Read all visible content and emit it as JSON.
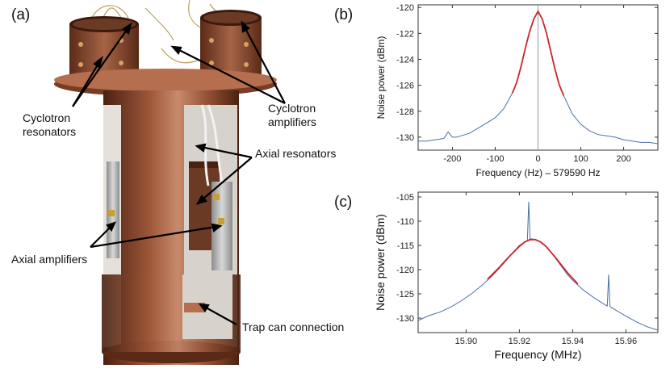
{
  "panel_labels": {
    "a": "(a)",
    "b": "(b)",
    "c": "(c)"
  },
  "callouts": {
    "cyclotron_resonators": "Cyclotron\nresonators",
    "cyclotron_amplifiers": "Cyclotron\namplifiers",
    "axial_resonators": "Axial resonators",
    "axial_amplifiers": "Axial amplifiers",
    "trap_can_connection": "Trap can connection"
  },
  "colors": {
    "copper_dark": "#5a2a16",
    "copper": "#a0583a",
    "copper_light": "#c98a6c",
    "spectrum_line": "#4a6fa5",
    "fit_line": "#d0232a"
  },
  "chart_data": [
    {
      "type": "line",
      "panel": "(b)",
      "xlabel": "Frequency (Hz) – 579590 Hz",
      "ylabel": "Noise power (dBm)",
      "xlim": [
        -280,
        280
      ],
      "ylim": [
        -131,
        -119.8
      ],
      "xticks": [
        -200,
        -100,
        0,
        100,
        200
      ],
      "yticks": [
        -130,
        -128,
        -126,
        -124,
        -122,
        -120
      ],
      "vertical_marker_x": 0,
      "series": [
        {
          "role": "measured",
          "x": [
            -280,
            -260,
            -240,
            -220,
            -210,
            -200,
            -190,
            -180,
            -160,
            -140,
            -120,
            -100,
            -80,
            -60,
            -50,
            -40,
            -30,
            -20,
            -10,
            0,
            10,
            20,
            30,
            40,
            50,
            60,
            80,
            100,
            120,
            140,
            160,
            180,
            200,
            220,
            240,
            260,
            280
          ],
          "y": [
            -130.3,
            -130.3,
            -130.2,
            -130.1,
            -129.6,
            -130.0,
            -130.0,
            -129.9,
            -129.7,
            -129.3,
            -128.9,
            -128.5,
            -127.8,
            -126.6,
            -125.8,
            -124.6,
            -123.2,
            -121.9,
            -120.9,
            -120.3,
            -120.9,
            -122.0,
            -123.4,
            -124.8,
            -126.0,
            -126.8,
            -128.2,
            -129.0,
            -129.5,
            -129.8,
            -129.9,
            -130.0,
            -130.2,
            -130.3,
            -130.4,
            -130.4,
            -130.5
          ]
        },
        {
          "role": "fit",
          "x": [
            -60,
            -50,
            -40,
            -30,
            -20,
            -10,
            0,
            10,
            20,
            30,
            40,
            50,
            60
          ],
          "y": [
            -126.6,
            -125.8,
            -124.6,
            -123.2,
            -121.9,
            -120.9,
            -120.3,
            -120.9,
            -122.0,
            -123.4,
            -124.8,
            -126.0,
            -126.8
          ]
        }
      ]
    },
    {
      "type": "line",
      "panel": "(c)",
      "xlabel": "Frequency (MHz)",
      "ylabel": "Noise power (dBm)",
      "xlim": [
        15.882,
        15.972
      ],
      "ylim": [
        -133,
        -104
      ],
      "xticks": [
        15.9,
        15.92,
        15.94,
        15.96
      ],
      "yticks": [
        -130,
        -125,
        -120,
        -115,
        -110,
        -105
      ],
      "series": [
        {
          "role": "measured",
          "x": [
            15.882,
            15.886,
            15.89,
            15.894,
            15.898,
            15.902,
            15.906,
            15.91,
            15.912,
            15.914,
            15.916,
            15.918,
            15.92,
            15.922,
            15.923,
            15.9235,
            15.924,
            15.926,
            15.928,
            15.93,
            15.932,
            15.934,
            15.936,
            15.938,
            15.94,
            15.944,
            15.948,
            15.952,
            15.953,
            15.9535,
            15.954,
            15.956,
            15.96,
            15.964,
            15.968,
            15.972
          ],
          "y": [
            -130.5,
            -129.5,
            -128.8,
            -127.8,
            -126.5,
            -125.0,
            -123.2,
            -121.2,
            -120.0,
            -118.8,
            -117.5,
            -116.2,
            -115.0,
            -114.3,
            -114.0,
            -106.0,
            -113.6,
            -113.8,
            -114.3,
            -115.2,
            -116.5,
            -118.0,
            -119.5,
            -121.0,
            -122.2,
            -124.2,
            -125.8,
            -127.2,
            -127.5,
            -121.0,
            -127.6,
            -128.3,
            -129.6,
            -130.8,
            -131.8,
            -132.5
          ]
        },
        {
          "role": "fit",
          "x": [
            15.908,
            15.912,
            15.916,
            15.92,
            15.922,
            15.924,
            15.926,
            15.928,
            15.93,
            15.934,
            15.938,
            15.942
          ],
          "y": [
            -122.0,
            -119.8,
            -117.4,
            -115.2,
            -114.3,
            -113.8,
            -113.8,
            -114.3,
            -115.2,
            -117.8,
            -120.6,
            -123.0
          ]
        }
      ]
    }
  ]
}
